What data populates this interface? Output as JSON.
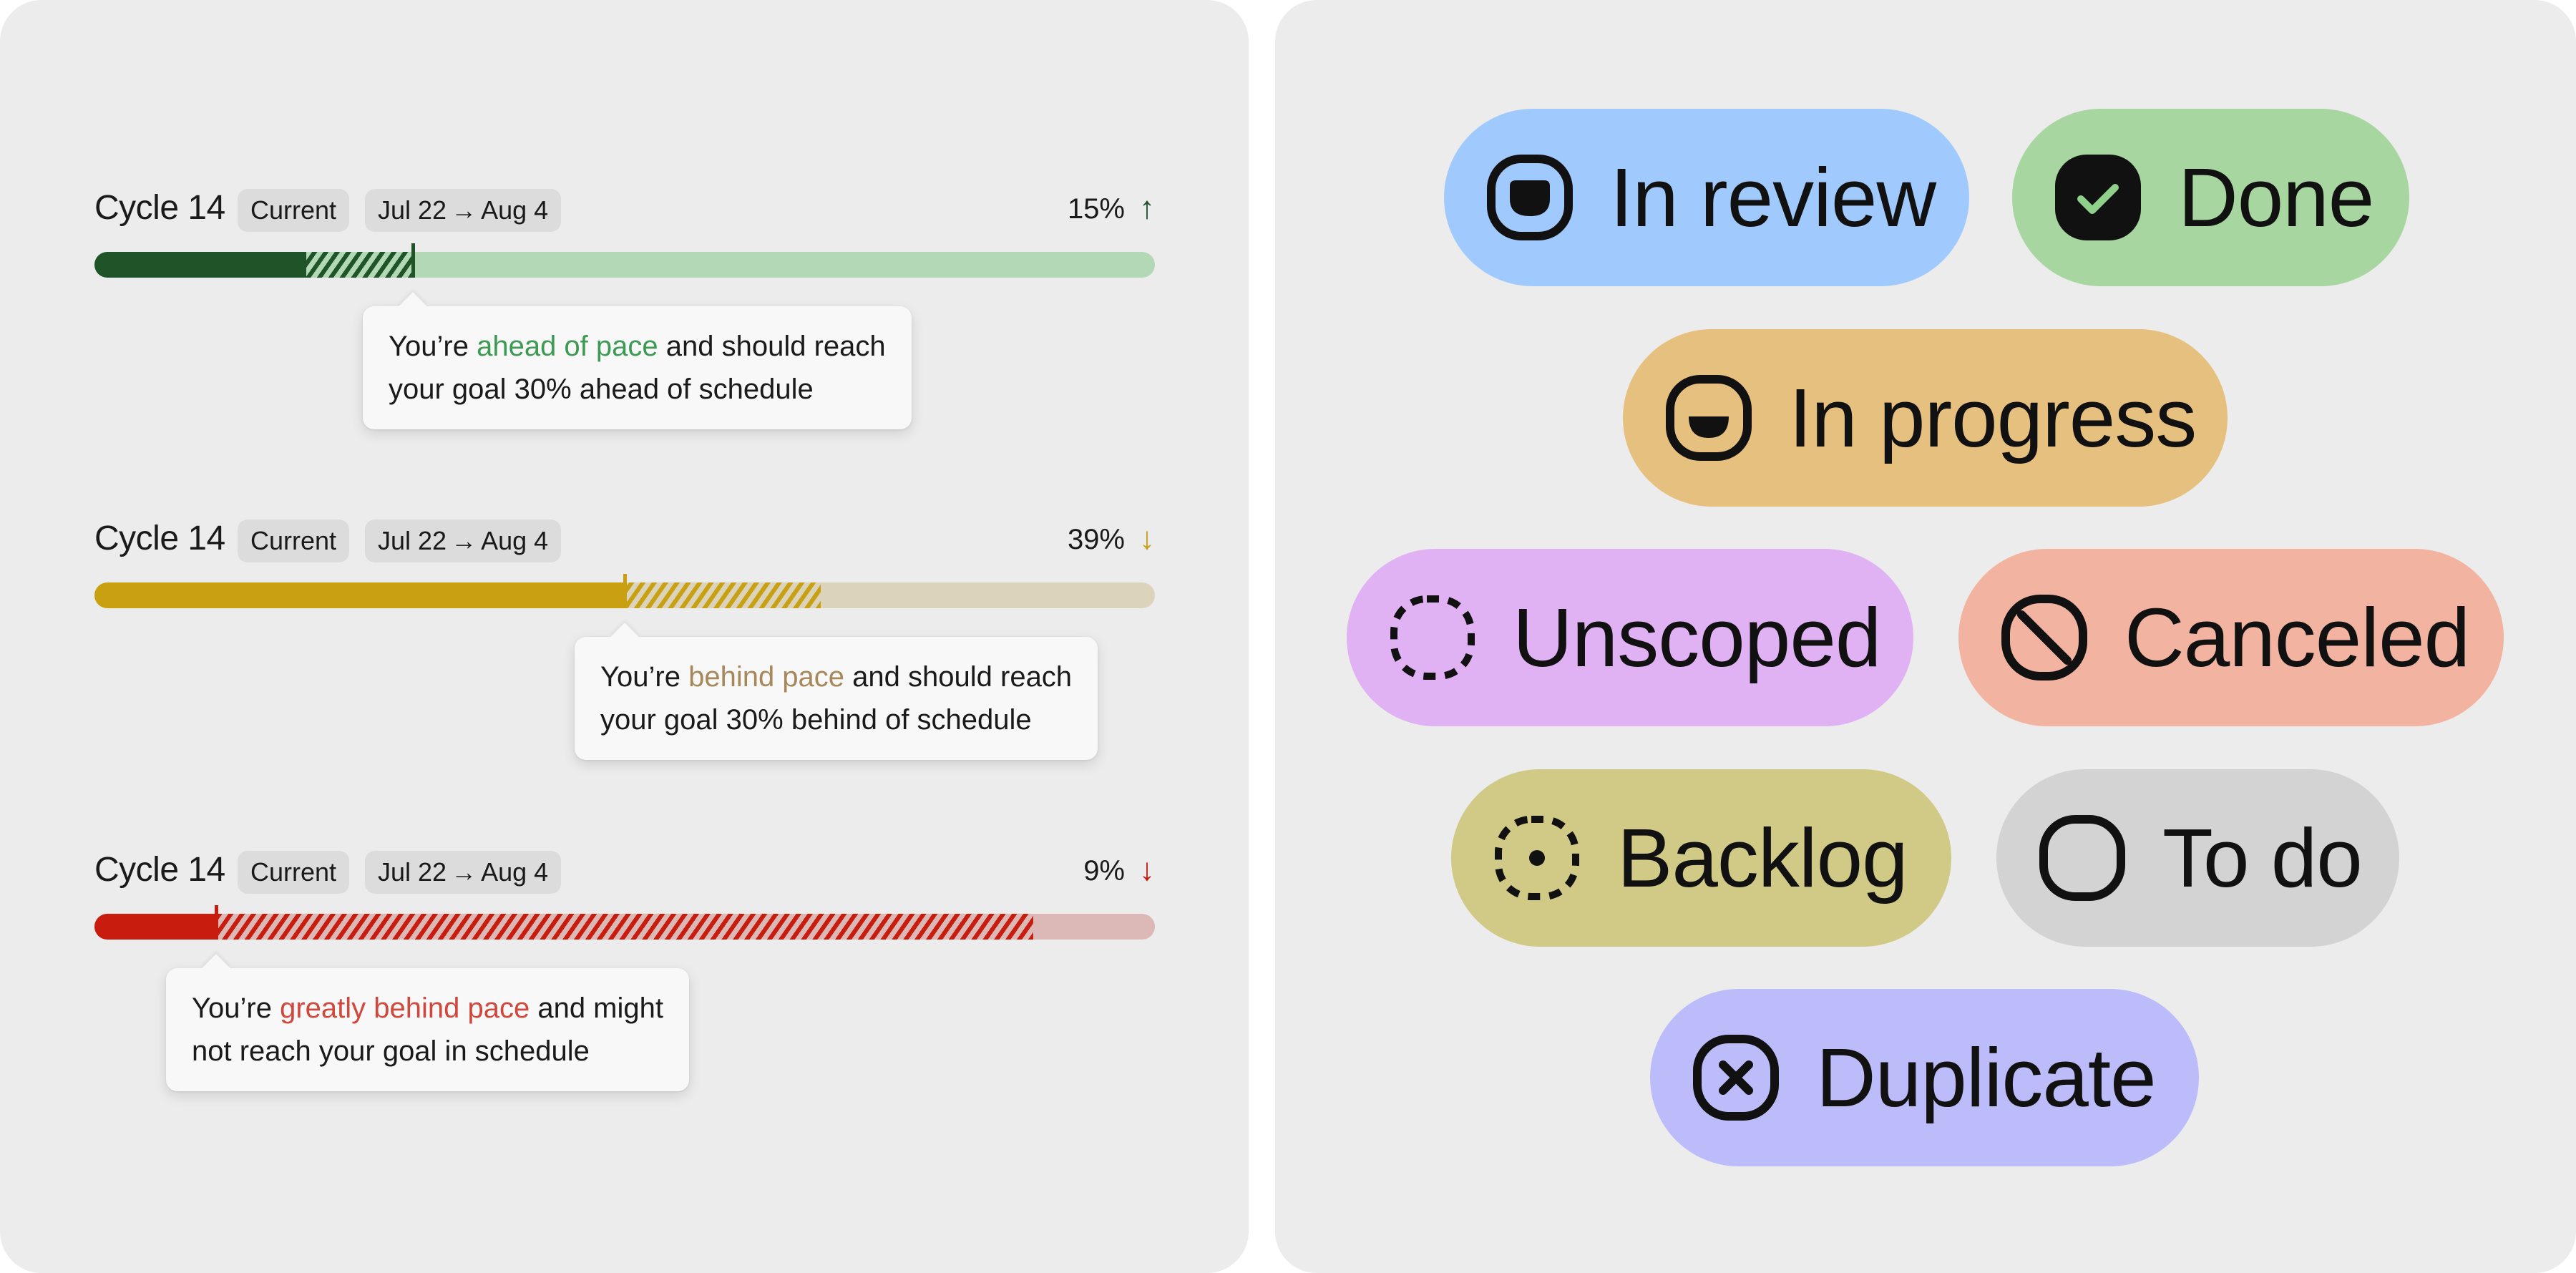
{
  "cycles": [
    {
      "title": "Cycle 14",
      "badge": "Current",
      "date_start": "Jul 22",
      "date_arrow": "→",
      "date_end": "Aug 4",
      "percent": "15%",
      "direction": "↑",
      "progress": 0.2,
      "projected": 0.3,
      "marker": 0.3,
      "colors": {
        "fill": "#1e5428",
        "hatch": "#1e5428",
        "track": "#b3d8b5",
        "accent": "#3c9a52",
        "arrow": "#1e5428"
      },
      "tooltip": {
        "pre": "You’re ",
        "highlight": "ahead of pace",
        "post": " and should reach",
        "line2": "your goal 30% ahead of schedule"
      }
    },
    {
      "title": "Cycle 14",
      "badge": "Current",
      "date_start": "Jul 22",
      "date_arrow": "→",
      "date_end": "Aug 4",
      "percent": "39%",
      "direction": "↓",
      "progress": 0.5,
      "projected": 0.685,
      "marker": 0.5,
      "colors": {
        "fill": "#c8a012",
        "hatch": "#c8a012",
        "track": "#dcd3bb",
        "accent": "#a7885b",
        "arrow": "#c8a012"
      },
      "tooltip": {
        "pre": "You’re ",
        "highlight": "behind pace",
        "post": " and should reach",
        "line2": "your goal 30% behind of schedule"
      }
    },
    {
      "title": "Cycle 14",
      "badge": "Current",
      "date_start": "Jul 22",
      "date_arrow": "→",
      "date_end": "Aug 4",
      "percent": "9%",
      "direction": "↓",
      "progress": 0.115,
      "projected": 0.885,
      "marker": 0.115,
      "colors": {
        "fill": "#c81d0e",
        "hatch": "#c81d0e",
        "track": "#dcb9b6",
        "accent": "#d0473c",
        "arrow": "#c81d0e"
      },
      "tooltip": {
        "pre": "You’re ",
        "highlight": "greatly behind pace",
        "post": " and might",
        "line2": "not reach your goal in schedule"
      }
    }
  ],
  "statuses": [
    {
      "label": "In review",
      "icon": "in-review-icon",
      "color": "#a0cafd"
    },
    {
      "label": "Done",
      "icon": "done-check-icon",
      "color": "#a8d6a0"
    },
    {
      "label": "In progress",
      "icon": "in-progress-icon",
      "color": "#e6c07e"
    },
    {
      "label": "Unscoped",
      "icon": "unscoped-icon",
      "color": "#e0b2f4"
    },
    {
      "label": "Canceled",
      "icon": "canceled-icon",
      "color": "#f2b4a0"
    },
    {
      "label": "Backlog",
      "icon": "backlog-icon",
      "color": "#d0ca86"
    },
    {
      "label": "To do",
      "icon": "todo-icon",
      "color": "#d3d3d3"
    },
    {
      "label": "Duplicate",
      "icon": "duplicate-icon",
      "color": "#bcbcfa"
    }
  ]
}
